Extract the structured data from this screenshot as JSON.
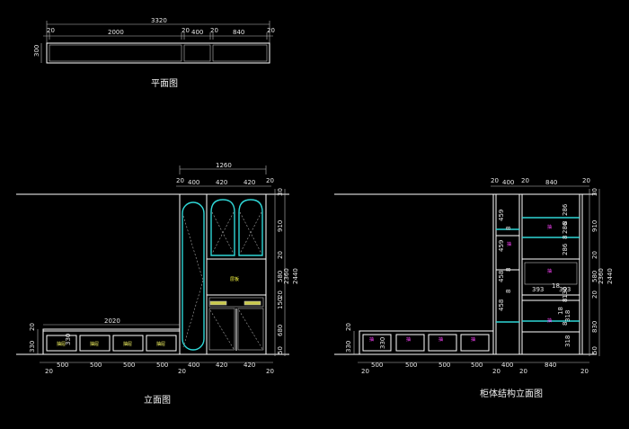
{
  "titles": {
    "plan": "平面图",
    "elevation": "立面图",
    "structure": "柜体结构立面图"
  },
  "plan": {
    "overall": "3320",
    "segments": [
      "20",
      "2000",
      "20",
      "400",
      "20",
      "840",
      "20"
    ],
    "depth": "300"
  },
  "elevation": {
    "top_width": "1260",
    "top_segments": [
      "20",
      "400",
      "420",
      "420",
      "20"
    ],
    "bench_width": "2020",
    "bench_height": "330",
    "bench_top": "20",
    "bottom_segments": [
      "20",
      "500",
      "500",
      "500",
      "500",
      "20",
      "400",
      "420",
      "420",
      "20"
    ],
    "right_vertical": [
      "30",
      "910",
      "20",
      "580",
      "20",
      "150",
      "680",
      "50"
    ],
    "right_totals": [
      "2360",
      "2440"
    ],
    "drawer_label": "抽屉",
    "shelf_label": "层板"
  },
  "structure": {
    "top_segments": [
      "20",
      "400",
      "20",
      "840",
      "20"
    ],
    "bottom_segments": [
      "20",
      "500",
      "500",
      "500",
      "500",
      "20",
      "400",
      "20",
      "840",
      "20"
    ],
    "left_vertical": [
      "459",
      "8",
      "459",
      "8",
      "458",
      "8",
      "458"
    ],
    "inner_dims": [
      "286",
      "8",
      "286",
      "8",
      "286",
      "393",
      "18",
      "393",
      "8",
      "130",
      "18",
      "318",
      "8",
      "318"
    ],
    "right_vertical": [
      "30",
      "910",
      "20",
      "580",
      "20",
      "830",
      "50"
    ],
    "right_totals": [
      "2360",
      "2440"
    ],
    "drawer_small": "抽",
    "bench_height": "330",
    "bench_top": "20"
  }
}
